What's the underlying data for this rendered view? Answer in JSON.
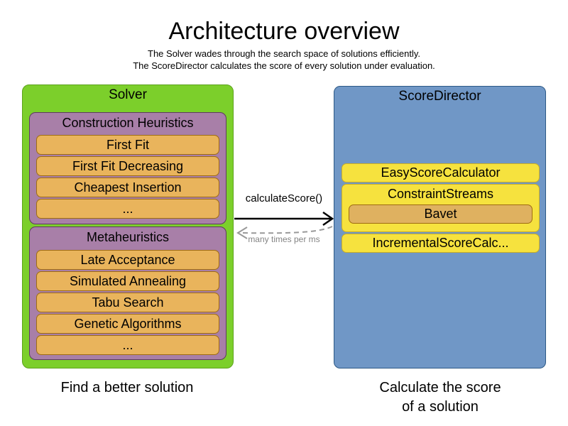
{
  "header": {
    "title": "Architecture overview",
    "subtitle1": "The Solver wades through the search space of solutions efficiently.",
    "subtitle2": "The ScoreDirector calculates the score of every solution under evaluation."
  },
  "solver": {
    "title": "Solver",
    "caption": "Find a better solution",
    "groups": [
      {
        "title": "Construction Heuristics",
        "items": [
          "First Fit",
          "First Fit Decreasing",
          "Cheapest Insertion",
          "..."
        ]
      },
      {
        "title": "Metaheuristics",
        "items": [
          "Late Acceptance",
          "Simulated Annealing",
          "Tabu Search",
          "Genetic Algorithms",
          "..."
        ]
      }
    ]
  },
  "score_director": {
    "title": "ScoreDirector",
    "caption_line1": "Calculate the score",
    "caption_line2": "of a solution",
    "calculators": [
      "EasyScoreCalculator",
      "ConstraintStreams",
      "IncrementalScoreCalc..."
    ],
    "constraint_streams_impl": "Bavet"
  },
  "interaction": {
    "call_label": "calculateScore()",
    "frequency_label": "many times per ms"
  },
  "colors": {
    "solver_green": "#7ccf2b",
    "solver_green_border": "#5da21d",
    "group_purple": "#a87fa8",
    "group_purple_border": "#5e3a60",
    "item_orange": "#e9b45c",
    "item_orange_border": "#9e6c12",
    "director_blue": "#7097c6",
    "director_blue_border": "#2d5986",
    "calculator_yellow": "#f6e23e",
    "calculator_yellow_border": "#c9ad25",
    "bavet_orange": "#dfb160",
    "arrow_black": "#000000",
    "arrow_gray": "#999999",
    "arrow_gray_text": "#848484"
  }
}
